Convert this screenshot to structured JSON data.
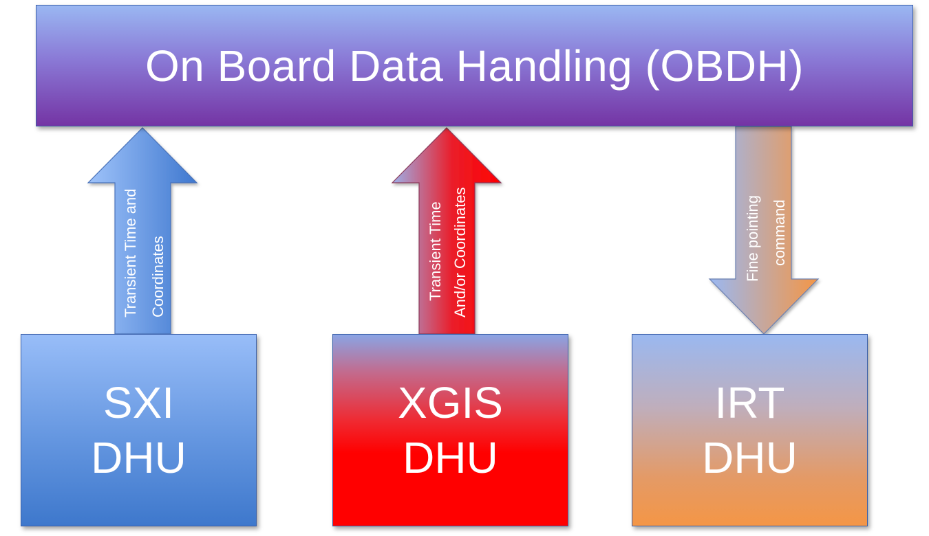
{
  "obdh": {
    "title": "On Board Data Handling (OBDH)"
  },
  "units": [
    {
      "id": "sxi",
      "line1": "SXI",
      "line2": "DHU"
    },
    {
      "id": "xgis",
      "line1": "XGIS",
      "line2": "DHU"
    },
    {
      "id": "irt",
      "line1": "IRT",
      "line2": "DHU"
    }
  ],
  "arrows": [
    {
      "id": "sxi-to-obdh",
      "direction": "up",
      "line1": "Transient Time and",
      "line2": "Coordinates"
    },
    {
      "id": "xgis-to-obdh",
      "direction": "up",
      "line1": "Transient Time",
      "line2": "And/or Coordinates"
    },
    {
      "id": "obdh-to-irt",
      "direction": "down",
      "line1": "Fine pointing",
      "line2": "command"
    }
  ],
  "colors": {
    "obdh": "#7434a4",
    "sxi": "#3e78cc",
    "xgis": "#ff0000",
    "irt": "#f49646",
    "text": "#ffffff"
  }
}
